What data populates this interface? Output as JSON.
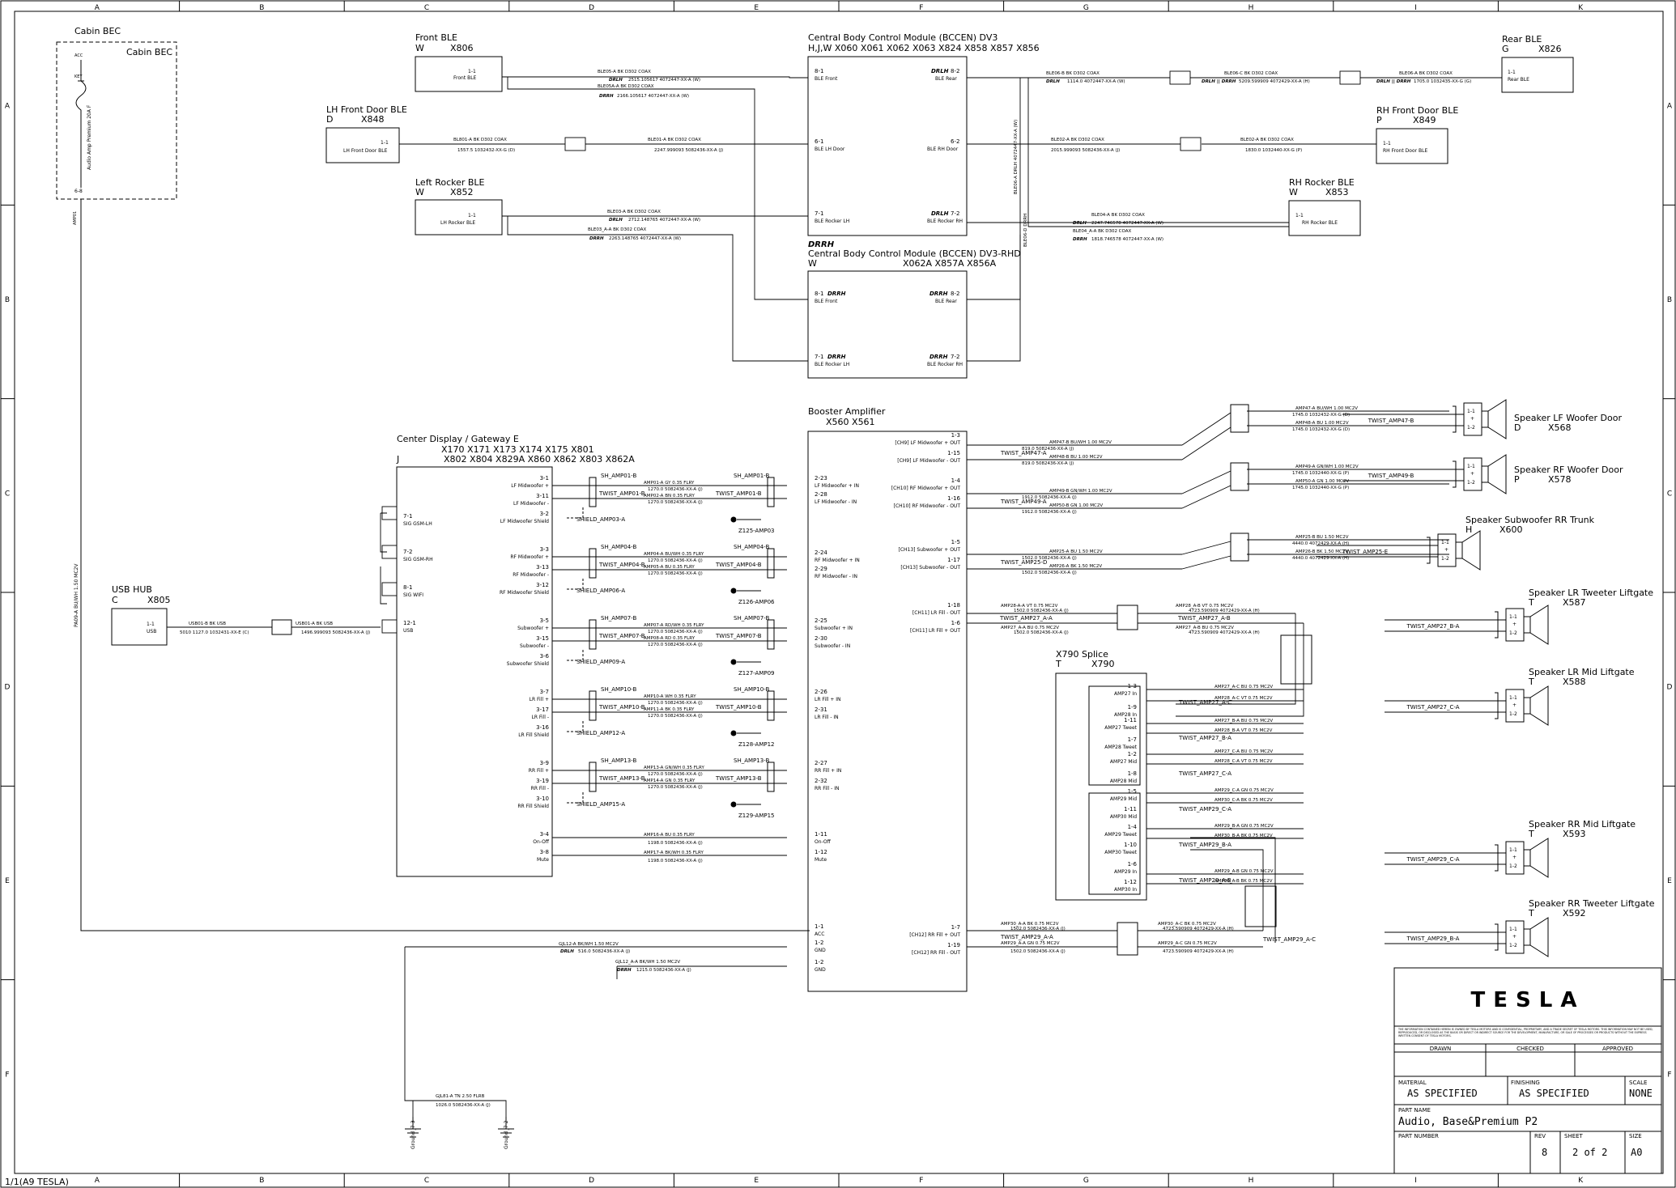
{
  "grid": {
    "cols": [
      "A",
      "B",
      "C",
      "D",
      "E",
      "F",
      "G",
      "H",
      "I",
      "K"
    ],
    "rows": [
      "A",
      "B",
      "C",
      "D",
      "E",
      "F"
    ]
  },
  "footer": {
    "sheet_id": "1/1(A9 TESLA)"
  },
  "cabin_bec": {
    "title": "Cabin BEC",
    "inner_title": "Cabin BEC",
    "vertical_label": "Audio Amp Premium 20A F",
    "pin_top": "ACC",
    "pin_top2": "KEY",
    "pin_bottom": "6-8",
    "wire_label": "AMP01"
  },
  "front_ble": {
    "title": "Front BLE",
    "code": "W",
    "conn": "X806",
    "pin": "1-1",
    "pin_label": "Front BLE"
  },
  "lh_front_door_ble": {
    "title": "LH Front Door BLE",
    "code": "D",
    "conn": "X848",
    "pin": "1-1",
    "pin_label": "LH Front Door BLE"
  },
  "left_rocker_ble": {
    "title": "Left Rocker BLE",
    "code": "W",
    "conn": "X852",
    "pin": "1-1",
    "pin_label": "LH Rocker BLE"
  },
  "rear_ble": {
    "title": "Rear BLE",
    "code": "G",
    "conn": "X826",
    "pin": "1-1",
    "pin_label": "Rear BLE"
  },
  "rh_front_door_ble": {
    "title": "RH Front Door BLE",
    "code": "P",
    "conn": "X849",
    "pin": "1-1",
    "pin_label": "RH Front Door BLE"
  },
  "rh_rocker_ble": {
    "title": "RH Rocker BLE",
    "code": "W",
    "conn": "X853",
    "pin": "1-1",
    "pin_label": "RH Rocker BLE"
  },
  "bccen": {
    "title": "Central Body Control Module (BCCEN) DV3",
    "codes": "H,J,W  X060  X061  X062  X063  X824  X858  X857  X856",
    "pins_left": [
      {
        "pin": "8-1",
        "label": "BLE Front"
      },
      {
        "pin": "6-1",
        "label": "BLE LH Door"
      },
      {
        "pin": "7-1",
        "label": "BLE Rocker LH"
      }
    ],
    "pins_right": [
      {
        "pin": "8-2",
        "label": "BLE Rear",
        "tag": "DRLH"
      },
      {
        "pin": "6-2",
        "label": "BLE RH Door",
        "tag": ""
      },
      {
        "pin": "7-2",
        "label": "BLE Rocker RH",
        "tag": "DRLH"
      }
    ]
  },
  "bccen_rhd": {
    "drrh": "DRRH",
    "title": "Central Body Control Module (BCCEN) DV3-RHD",
    "code": "W",
    "conns": "X062A   X857A   X856A",
    "pins_left": [
      {
        "pin": "8-1",
        "tag": "DRRH",
        "label": "BLE Front"
      },
      {
        "pin": "7-1",
        "tag": "DRRH",
        "label": "BLE Rocker LH"
      }
    ],
    "pins_right": [
      {
        "pin": "8-2",
        "tag": "DRRH",
        "label": "BLE Rear"
      },
      {
        "pin": "7-2",
        "tag": "DRRH",
        "label": "BLE Rocker RH"
      }
    ]
  },
  "ble_wires": {
    "front": {
      "w1": "BLE05-A   BK   D302   COAX",
      "t1": "DRLH",
      "n1": "2515.105617     4072447-XX-A (W)",
      "t2": "DRRH",
      "n2": "2166.105617     4072447-XX-A (W)",
      "w2": "BLE05A-A   BK   D302   COAX"
    },
    "lh_door": {
      "w1": "BL801-A   BK   D302   COAX",
      "n1": "1557.5      1032432-XX-G (D)",
      "w2": "BLE01-A   BK   D302   COAX",
      "n2": "2247.999093     5082436-XX-A (J)"
    },
    "lh_rocker": {
      "w1": "BLE03-A   BK   D302   COAX",
      "t1": "DRLH",
      "n1": "2712.148765     4072447-XX-A (W)",
      "w2": "BLE03_A-A   BK   D302   COAX",
      "t2": "DRRH",
      "n2": "2263.148765     4072447-XX-A (W)"
    },
    "rear": {
      "w1": "BLE06-B   BK   D302   COAX",
      "t1": "DRLH",
      "n1": "1114.0     4072447-XX-A (W)",
      "w2": "BLE06-C   BK   D302   COAX",
      "t2": "DRLH || DRRH",
      "n2": "5209.599909     4072429-XX-A (H)",
      "w3": "BLE06-A   BK   D302   COAX",
      "t3": "DRLH || DRRH",
      "n3": "1705.0     1032435-XX-G (G)"
    },
    "rh_door": {
      "w1": "BLE02-A   BK   D302   COAX",
      "n1": "2015.999093     5082436-XX-A (J)",
      "w2": "BLE02-A   BK   D302   COAX",
      "n2": "1830.0      1032440-XX-G (P)"
    },
    "rh_rocker": {
      "w1": "BLE04-A   BK   D302   COAX",
      "t1": "DRLH",
      "n1": "2247.746578     4072447-XX-A (W)",
      "w2": "BLE04_A-A   BK   D302   COAX",
      "t2": "DRRH",
      "n2": "1818.746578     4072447-XX-A (W)"
    },
    "vertical1": "BLE06-A  DRLH  4072447-XX-A (W)",
    "vertical2": "BLE06-D  DRRH"
  },
  "center_display": {
    "title": "Center Display / Gateway E",
    "conns1": "X170  X171  X173  X174  X175  X801",
    "code": "J",
    "conns2": "X802  X804  X829A  X860  X862  X803  X862A",
    "left_pins": [
      {
        "pin": "7-1",
        "label": "SIG GSM-LH"
      },
      {
        "pin": "7-2",
        "label": "SIG GSM-RH"
      },
      {
        "pin": "8-1",
        "label": "SIG WIFI"
      },
      {
        "pin": "12-1",
        "label": "USB"
      }
    ],
    "right_pins": [
      {
        "pin": "3-1",
        "label": "LF Midwoofer +"
      },
      {
        "pin": "3-11",
        "label": "LF Midwoofer -"
      },
      {
        "pin": "3-2",
        "label": "LF Midwoofer Shield"
      },
      {
        "pin": "3-3",
        "label": "RF Midwoofer +"
      },
      {
        "pin": "3-13",
        "label": "RF Midwoofer -"
      },
      {
        "pin": "3-12",
        "label": "RF Midwoofer Shield"
      },
      {
        "pin": "3-5",
        "label": "Subwoofer +"
      },
      {
        "pin": "3-15",
        "label": "Subwoofer -"
      },
      {
        "pin": "3-6",
        "label": "Subwoofer Shield"
      },
      {
        "pin": "3-7",
        "label": "LR Fill +"
      },
      {
        "pin": "3-17",
        "label": "LR Fill -"
      },
      {
        "pin": "3-16",
        "label": "LR Fill Shield"
      },
      {
        "pin": "3-9",
        "label": "RR Fill +"
      },
      {
        "pin": "3-19",
        "label": "RR Fill -"
      },
      {
        "pin": "3-10",
        "label": "RR Fill Shield"
      },
      {
        "pin": "3-4",
        "label": "On-Off"
      },
      {
        "pin": "3-8",
        "label": "Mute"
      }
    ]
  },
  "usb_hub": {
    "title": "USB HUB",
    "code": "C",
    "conn": "X805",
    "pin": "1-1",
    "pin_label": "USB",
    "w1": "USB01-B   BK   USB",
    "n1": "5010 1127.0    1032431-XX-E (C)",
    "w2": "USB01-A   BK   USB",
    "n2": "1496.999093    5082436-XX-A (J)"
  },
  "twist_groups": [
    {
      "sh_l": "SH_AMP01-B",
      "sh_r": "SH_AMP01-B",
      "twist_l": "TWIST_AMP01-B",
      "twist_r": "TWIST_AMP01-B",
      "w1": "AMP01-A   GY   0.35   FLRY",
      "n1": "1270.0     5082436-XX-A (J)",
      "w2": "AMP02-A   BN   0.35   FLRY",
      "n2": "1270.0     5082436-XX-A (J)",
      "shield": "SHIELD_AMP03-A",
      "splice": "Z125-AMP03"
    },
    {
      "sh_l": "SH_AMP04-B",
      "sh_r": "SH_AMP04-B",
      "twist_l": "TWIST_AMP04-B",
      "twist_r": "TWIST_AMP04-B",
      "w1": "AMP04-A   BU/WH   0.35   FLRY",
      "n1": "1270.0     5082436-XX-A (J)",
      "w2": "AMP05-A   BU   0.35   FLRY",
      "n2": "1270.0     5082436-XX-A (J)",
      "shield": "SHIELD_AMP06-A",
      "splice": "Z126-AMP06"
    },
    {
      "sh_l": "SH_AMP07-B",
      "sh_r": "SH_AMP07-B",
      "twist_l": "TWIST_AMP07-B",
      "twist_r": "TWIST_AMP07-B",
      "w1": "AMP07-A   RD/WH   0.35   FLRY",
      "n1": "1270.0     5082436-XX-A (J)",
      "w2": "AMP08-A   RD   0.35   FLRY",
      "n2": "1270.0     5082436-XX-A (J)",
      "shield": "SHIELD_AMP09-A",
      "splice": "Z127-AMP09"
    },
    {
      "sh_l": "SH_AMP10-B",
      "sh_r": "SH_AMP10-B",
      "twist_l": "TWIST_AMP10-B",
      "twist_r": "TWIST_AMP10-B",
      "w1": "AMP10-A   WH   0.35   FLRY",
      "n1": "1270.0     5082436-XX-A (J)",
      "w2": "AMP11-A   BK   0.35   FLRY",
      "n2": "1270.0     5082436-XX-A (J)",
      "shield": "SHIELD_AMP12-A",
      "splice": "Z128-AMP12"
    },
    {
      "sh_l": "SH_AMP13-B",
      "sh_r": "SH_AMP13-B",
      "twist_l": "TWIST_AMP13-B",
      "twist_r": "TWIST_AMP13-B",
      "w1": "AMP13-A   GN/WH   0.35   FLRY",
      "n1": "1270.0     5082436-XX-A (J)",
      "w2": "AMP14-A   GN   0.35   FLRY",
      "n2": "1270.0     5082436-XX-A (J)",
      "shield": "SHIELD_AMP15-A",
      "splice": "Z129-AMP15"
    }
  ],
  "control_wires": {
    "w1": "AMP16-A   BU   0.35   FLRY",
    "n1": "1198.0     5082436-XX-A (J)",
    "w2": "AMP17-A   BK/WH   0.35   FLRY",
    "n2": "1198.0     5082436-XX-A (J)"
  },
  "booster": {
    "title": "Booster Amplifier",
    "conns": "X560   X561",
    "left_pins": [
      {
        "pin": "2-23",
        "label": "LF Midwoofer + IN"
      },
      {
        "pin": "2-28",
        "label": "LF Midwoofer - IN"
      },
      {
        "pin": "2-24",
        "label": "RF Midwoofer + IN"
      },
      {
        "pin": "2-29",
        "label": "RF Midwoofer - IN"
      },
      {
        "pin": "2-25",
        "label": "Subwoofer + IN"
      },
      {
        "pin": "2-30",
        "label": "Subwoofer - IN"
      },
      {
        "pin": "2-26",
        "label": "LR Fill + IN"
      },
      {
        "pin": "2-31",
        "label": "LR Fill - IN"
      },
      {
        "pin": "2-27",
        "label": "RR Fill + IN"
      },
      {
        "pin": "2-32",
        "label": "RR Fill - IN"
      },
      {
        "pin": "1-11",
        "label": "On-Off"
      },
      {
        "pin": "1-12",
        "label": "Mute"
      },
      {
        "pin": "1-1",
        "label": "ACC"
      },
      {
        "pin": "1-2",
        "label": "GND"
      },
      {
        "pin": "1-2",
        "label": "GND"
      }
    ],
    "right_pins": [
      {
        "pin": "1-3",
        "label": "[CH9] LF Midwoofer + OUT"
      },
      {
        "pin": "1-15",
        "label": "[CH9] LF Midwoofer - OUT"
      },
      {
        "pin": "1-4",
        "label": "[CH10] RF Midwoofer + OUT"
      },
      {
        "pin": "1-16",
        "label": "[CH10] RF Midwoofer - OUT"
      },
      {
        "pin": "1-5",
        "label": "[CH13] Subwoofer + OUT"
      },
      {
        "pin": "1-17",
        "label": "[CH13] Subwoofer - OUT"
      },
      {
        "pin": "1-18",
        "label": "[CH11] LR Fill - OUT"
      },
      {
        "pin": "1-6",
        "label": "[CH11] LR Fill + OUT"
      },
      {
        "pin": "1-7",
        "label": "[CH12] RR Fill + OUT"
      },
      {
        "pin": "1-19",
        "label": "[CH12] RR Fill - OUT"
      }
    ]
  },
  "speakers": [
    {
      "title": "Speaker LF Woofer Door",
      "code": "D",
      "conn": "X568",
      "twist": "TWIST_AMP47-B",
      "pin1": "1-1",
      "pin2": "1-2"
    },
    {
      "title": "Speaker RF Woofer Door",
      "code": "P",
      "conn": "X578",
      "twist": "TWIST_AMP49-B",
      "pin1": "1-1",
      "pin2": "1-2"
    },
    {
      "title": "Speaker Subwoofer RR Trunk",
      "code": "H",
      "conn": "X600",
      "twist": "TWIST_AMP25-E",
      "pin1": "1-1",
      "pin2": "1-2"
    },
    {
      "title": "Speaker LR Tweeter Liftgate",
      "code": "T",
      "conn": "X587",
      "twist": "TWIST_AMP27_B-A",
      "pin1": "1-1",
      "pin2": "1-2"
    },
    {
      "title": "Speaker LR Mid Liftgate",
      "code": "T",
      "conn": "X588",
      "twist": "TWIST_AMP27_C-A",
      "pin1": "1-1",
      "pin2": "1-2"
    },
    {
      "title": "Speaker RR Mid Liftgate",
      "code": "T",
      "conn": "X593",
      "twist": "TWIST_AMP29_C-A",
      "pin1": "1-1",
      "pin2": "1-2"
    },
    {
      "title": "Speaker RR Tweeter Liftgate",
      "code": "T",
      "conn": "X592",
      "twist": "TWIST_AMP29_B-A",
      "pin1": "1-1",
      "pin2": "1-2"
    }
  ],
  "amp_out_wires": [
    {
      "twist": "TWIST_AMP47-A",
      "w1": "AMP47-B   BU/WH   1.00   MC2V",
      "n1": "819.0     5082436-XX-A (J)",
      "w2": "AMP48-B   BU   1.00   MC2V",
      "n2": "819.0     5082436-XX-A (J)",
      "w3": "AMP47-A   BU/WH   1.00   MC2V",
      "n3": "1745.0     1032432-XX-G (D)",
      "w4": "AMP48-A   BU   1.00   MC2V",
      "n4": "1745.0     1032432-XX-G (D)"
    },
    {
      "twist": "TWIST_AMP49-A",
      "w1": "AMP49-B   GN/WH   1.00   MC2V",
      "n1": "1912.0     5082436-XX-A (J)",
      "w2": "AMP50-B   GN   1.00   MC2V",
      "n2": "1912.0     5082436-XX-A (J)",
      "w3": "AMP49-A   GN/WH   1.00   MC2V",
      "n3": "1745.0     1032440-XX-G (P)",
      "w4": "AMP50-A   GN   1.00   MC2V",
      "n4": "1745.0     1032440-XX-G (P)"
    },
    {
      "twist": "TWIST_AMP25-D",
      "w1": "AMP25-A   BU   1.50   MC2V",
      "n1": "1502.0     5082436-XX-A (J)",
      "w2": "AMP26-A   BK   1.50   MC2V",
      "n2": "1502.0     5082436-XX-A (J)",
      "w3": "AMP25-B   BU   1.50   MC2V",
      "n3": "4440.0     4072429-XX-A (H)",
      "w4": "AMP26-B   BK   1.50   MC2V",
      "n4": "4440.0     4072429-XX-A (H)"
    }
  ],
  "lr_fill": {
    "twist_a": "TWIST_AMP27_A-A",
    "twist_b": "TWIST_AMP27_A-B",
    "w1": "AMP28-A-A   VT   0.75   MC2V",
    "n1": "1502.0     5082436-XX-A (J)",
    "w2": "AMP27_A-A   BU   0.75   MC2V",
    "n2": "1502.0     5082436-XX-A (J)",
    "w3": "AMP28_A-B   VT   0.75   MC2V",
    "n3": "4723.590909     4072429-XX-A (H)",
    "w4": "AMP27_A-B   BU   0.75   MC2V",
    "n4": "4723.590909     4072429-XX-A (H)"
  },
  "rr_fill": {
    "twist_a": "TWIST_AMP29_A-A",
    "twist_b": "TWIST_AMP29_A-B",
    "twist_c": "TWIST_AMP29_A-C",
    "w1": "AMP30_A-A   BK   0.75   MC2V",
    "n1": "1502.0     5082436-XX-A (J)",
    "w2": "AMP29_A-A   GN   0.75   MC2V",
    "n2": "1502.0     5082436-XX-A (J)",
    "w3": "AMP30_A-C   BK   0.75   MC2V",
    "n3": "4723.590909     4072429-XX-A (H)",
    "w4": "AMP29_A-C   GN   0.75   MC2V",
    "n4": "4723.590909     4072429-XX-A (H)"
  },
  "splice": {
    "title": "X790 Splice",
    "code": "T",
    "conn": "X790",
    "pins": [
      {
        "pin": "1-3",
        "label": "AMP27 In"
      },
      {
        "pin": "1-9",
        "label": "AMP28 In"
      },
      {
        "pin": "1-11",
        "label": "AMP27 Tweet"
      },
      {
        "pin": "1-7",
        "label": "AMP28 Tweet"
      },
      {
        "pin": "1-2",
        "label": "AMP27 Mid"
      },
      {
        "pin": "1-8",
        "label": "AMP28 Mid"
      },
      {
        "pin": "1-5",
        "label": "AMP29 Mid"
      },
      {
        "pin": "1-11",
        "label": "AMP30 Mid"
      },
      {
        "pin": "1-4",
        "label": "AMP29 Tweet"
      },
      {
        "pin": "1-10",
        "label": "AMP30 Tweet"
      },
      {
        "pin": "1-6",
        "label": "AMP29 In"
      },
      {
        "pin": "1-12",
        "label": "AMP30 In"
      }
    ],
    "twists": [
      "TWIST_AMP27_A-C",
      "TWIST_AMP27_B-A",
      "TWIST_AMP27_C-A",
      "TWIST_AMP29_C-A",
      "TWIST_AMP29_B-A",
      "TWIST_AMP29_A-B"
    ],
    "wires": [
      "AMP27_A-C   BU   0.75   MC2V",
      "AMP28_A-C   VT   0.75   MC2V",
      "AMP27_B-A   BU   0.75   MC2V",
      "AMP28_B-A   VT   0.75   MC2V",
      "AMP27_C-A   BU   0.75   MC2V",
      "AMP28_C-A   VT   0.75   MC2V",
      "AMP29_C-A   GN   0.75   MC2V",
      "AMP30_C-A   BK   0.75   MC2V",
      "AMP29_B-A   GN   0.75   MC2V",
      "AMP30_B-A   BK   0.75   MC2V",
      "AMP29_A-B   GN   0.75   MC2V",
      "AMP30_A-B   BK   0.75   MC2V"
    ]
  },
  "power": {
    "w1": "GJL12-A   BK/WH   1.50   MC2V",
    "t1": "DRLH",
    "n1": "516.0     5082436-XX-A (J)",
    "w2": "GJL12_A-A   BK/WH   1.50   MC2V",
    "t2": "DRRH",
    "n2": "1215.0     5082436-XX-A (J)",
    "w3": "GJL81-A   TN   2.50   FLRB",
    "n3": "1026.0     5082436-XX-A (J)",
    "vertical": "PA09-A   BU/WH   1.50   MC2V",
    "ground1": "Ground J7-3",
    "ground2": "Ground J7-2"
  },
  "title_block": {
    "logo": "TESLA",
    "disclaimer": "THE INFORMATION CONTAINED HEREIN IS OWNED BY TESLA MOTORS AND IS CONFIDENTIAL, PROPRIETARY, AND A TRADE SECRET OF TESLA MOTORS. THIS INFORMATION MAY NOT BE USED, REPRODUCED, OR DISCLOSED AS THE BASIS OR DIRECT OR INDIRECT SOURCE FOR THE DEVELOPMENT, MANUFACTURE, OR SALE OF PROCESSES OR PRODUCTS WITHOUT THE EXPRESS WRITTEN CONSENT OF TESLA MOTORS.",
    "drawn_label": "DRAWN",
    "checked_label": "CHECKED",
    "approved_label": "APPROVED",
    "material_label": "MATERIAL",
    "material_value": "AS SPECIFIED",
    "finishing_label": "FINISHING",
    "finishing_value": "AS SPECIFIED",
    "scale_label": "SCALE",
    "scale_value": "NONE",
    "part_name_label": "PART NAME",
    "part_name_value": "Audio, Base&Premium P2",
    "part_number_label": "PART NUMBER",
    "rev_label": "REV",
    "rev_value": "8",
    "sheet_label": "SHEET",
    "sheet_value": "2 of 2",
    "size_label": "SIZE",
    "size_value": "A0"
  }
}
